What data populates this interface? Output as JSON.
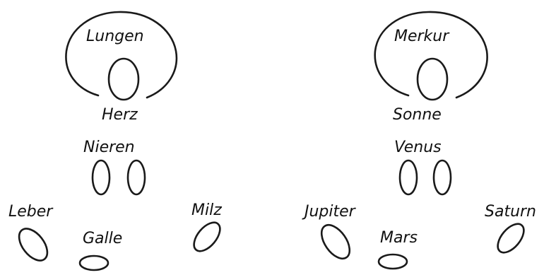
{
  "organs": {
    "lungs": "Lungen",
    "heart": "Herz",
    "kidneys": "Nieren",
    "liver": "Leber",
    "gallbladder": "Galle",
    "spleen": "Milz"
  },
  "planets": {
    "mercury": "Merkur",
    "sun": "Sonne",
    "venus": "Venus",
    "jupiter": "Jupiter",
    "mars": "Mars",
    "saturn": "Saturn"
  },
  "colors": {
    "ink": "#1a1a1a",
    "background": "#ffffff"
  }
}
